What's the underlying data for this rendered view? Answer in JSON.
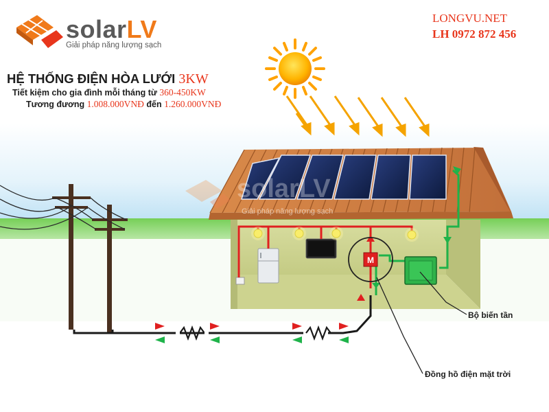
{
  "logo": {
    "name_part1": "solar",
    "name_part2": "LV",
    "tagline": "Giải pháp năng lượng sạch"
  },
  "contact": {
    "website": "LONGVU.NET",
    "phone": "LH 0972 872 456"
  },
  "headline": {
    "title": "HỆ THỐNG ĐIỆN HÒA LƯỚI",
    "capacity": "3KW",
    "saving_prefix": "Tiết kiệm cho gia đình mỗi tháng từ",
    "saving_range": "360-450KW",
    "equiv_prefix": "Tương đương",
    "equiv_from": "1.008.000VNĐ",
    "equiv_mid": "đến",
    "equiv_to": "1.260.000VNĐ"
  },
  "labels": {
    "inverter": "Bộ biến tần",
    "meter": "Đồng hồ điện mặt trời",
    "meter_symbol": "M"
  },
  "colors": {
    "accent_red": "#e8361c",
    "logo_orange": "#f07a1a",
    "ac_line": "#e02020",
    "dc_line": "#1fb34a",
    "sky": "#bfe2f5",
    "grass": "#5cc44c"
  }
}
